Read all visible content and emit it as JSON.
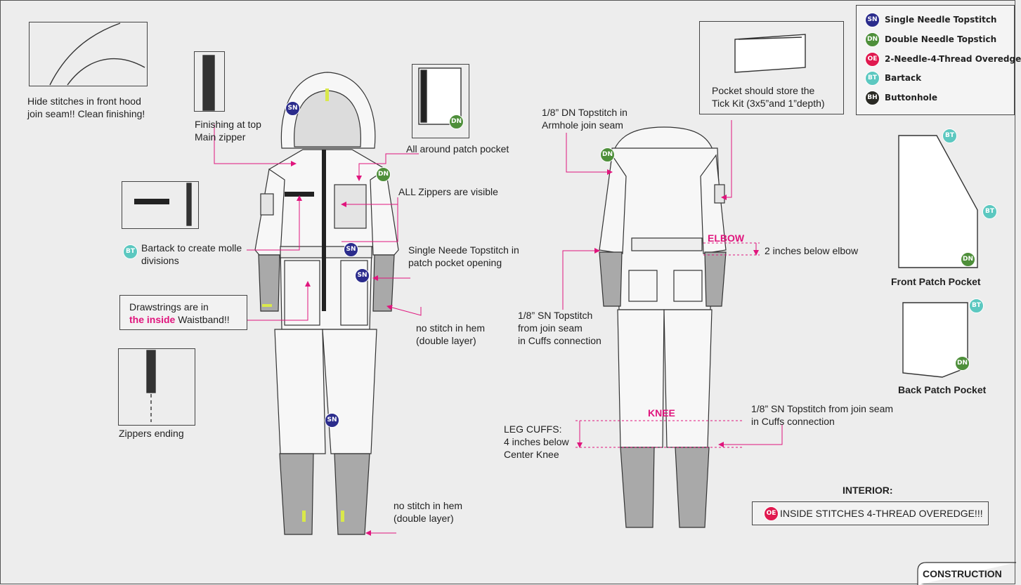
{
  "legend": {
    "items": [
      {
        "code": "SN",
        "label": "Single Needle Topstitch",
        "color": "#2b2c8c"
      },
      {
        "code": "DN",
        "label": "Double Needle Topstich",
        "color": "#4e8f3a"
      },
      {
        "code": "OE",
        "label": "2-Needle-4-Thread Overedge",
        "color": "#e0194f"
      },
      {
        "code": "BT",
        "label": "Bartack",
        "color": "#5cc8c0"
      },
      {
        "code": "BH",
        "label": "Buttonhole",
        "color": "#2a2a24"
      }
    ]
  },
  "notes": {
    "hood_seam": "Hide stitches in front hood\njoin seam!! Clean finishing!",
    "top_zipper": "Finishing at top\nMain zipper",
    "patch_pocket_all_around": "All around patch pocket",
    "zippers_visible": "ALL Zippers are visible",
    "bartack_molle": "Bartack to create molle\ndivisions",
    "sn_patch_opening": "Single Neede Topstitch in\npatch pocket opening",
    "drawstrings_prefix": "Drawstrings are in",
    "drawstrings_emphasis": "the inside",
    "drawstrings_suffix": " Waistband!!",
    "no_stitch_hem_sleeve": "no stitch in hem\n(double layer)",
    "zippers_ending": "Zippers ending",
    "no_stitch_hem_leg": "no stitch in hem\n(double layer)",
    "armhole_dn": "1/8” DN Topstitch in\nArmhole join seam",
    "tick_kit": "Pocket should store the\nTick Kit (3x5”and 1”depth)",
    "elbow_label": "ELBOW",
    "below_elbow": "2 inches below elbow",
    "sn_cuffs_sleeve": "1/8” SN Topstitch\nfrom join seam\nin Cuffs connection",
    "knee_label": "KNEE",
    "leg_cuffs": "LEG CUFFS:\n4 inches below\nCenter Knee",
    "sn_cuffs_leg": "1/8” SN Topstitch from join seam\n in Cuffs connection",
    "front_patch_pocket": "Front Patch Pocket",
    "back_patch_pocket": "Back Patch Pocket",
    "interior_title": "INTERIOR:",
    "interior_note": "INSIDE STITCHES 4-THREAD OVEREDGE!!!",
    "construction": "CONSTRUCTION"
  },
  "badges": {
    "sn": "SN",
    "dn": "DN",
    "oe": "OE",
    "bt": "BT",
    "bh": "BH"
  },
  "colors": {
    "accent_pink": "#e0157d",
    "sleeve_cuff_gray": "#a9a9a9",
    "garment_fill": "#f7f7f7"
  }
}
